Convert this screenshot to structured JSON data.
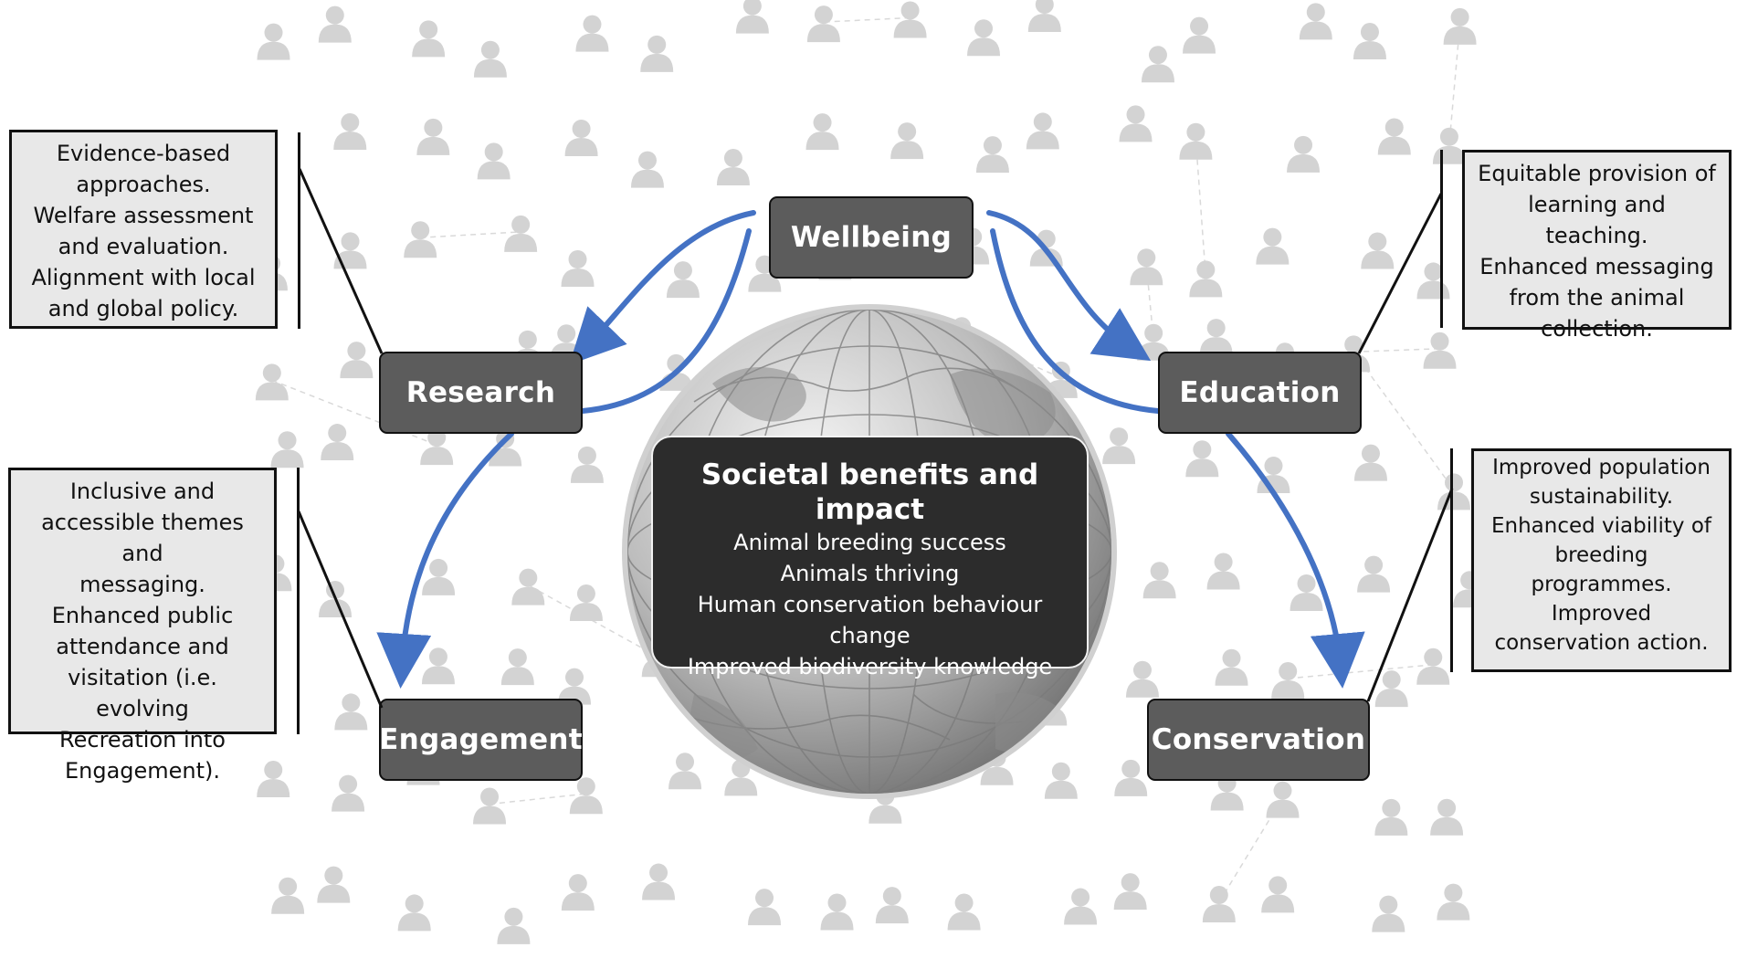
{
  "nodes": {
    "wellbeing": "Wellbeing",
    "research": "Research",
    "education": "Education",
    "engagement": "Engagement",
    "conservation": "Conservation"
  },
  "centre": {
    "title": "Societal benefits and impact",
    "lines": [
      "Animal breeding success",
      "Animals thriving",
      "Human conservation behaviour",
      "change",
      "Improved biodiversity knowledge"
    ]
  },
  "notes": {
    "research": [
      "Evidence-based",
      "approaches.",
      "Welfare assessment",
      "and evaluation.",
      "Alignment with local",
      "and global policy."
    ],
    "engagement": [
      "Inclusive and",
      "accessible themes and",
      "messaging.",
      "Enhanced public",
      "attendance and",
      "visitation (i.e. evolving",
      "Recreation into",
      "Engagement)."
    ],
    "education": [
      "Equitable provision of",
      "learning and teaching.",
      "Enhanced messaging",
      "from the animal",
      "collection."
    ],
    "conservation": [
      "Improved population",
      "sustainability.",
      "Enhanced viability of",
      "breeding",
      "programmes.",
      "Improved",
      "conservation action."
    ]
  },
  "colors": {
    "arrow": "#4472c4",
    "node_fill": "#5c5c5c",
    "note_fill": "#e8e8e8",
    "centre_fill": "#2c2c2c",
    "network": "#d9d9d9"
  }
}
